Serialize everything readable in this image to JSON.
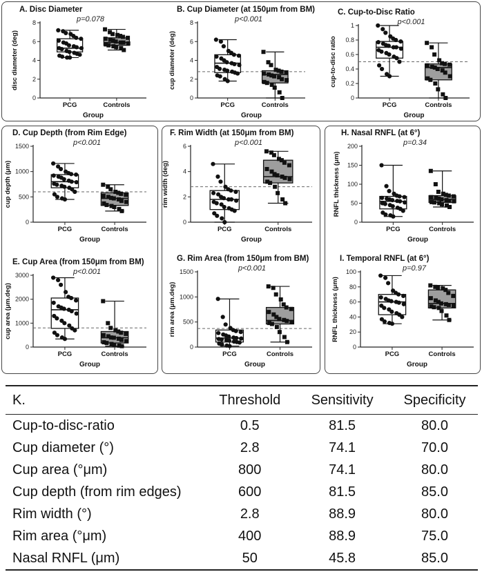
{
  "chart_data": [
    {
      "id": "A",
      "type": "box",
      "title": "A. Disc Diameter",
      "pvalue": "p=0.078",
      "ylabel": "disc diameter (deg)",
      "xlabel": "Group",
      "categories": [
        "PCG",
        "Controls"
      ],
      "ylim": [
        0,
        8
      ],
      "yticks": [
        0,
        2,
        4,
        6,
        8
      ],
      "threshold": null,
      "series": [
        {
          "name": "PCG",
          "marker": "circle",
          "min": 4.3,
          "q1": 4.9,
          "median": 5.3,
          "q3": 6.3,
          "max": 7.2,
          "points": [
            7.2,
            7.1,
            6.9,
            6.8,
            6.6,
            6.4,
            6.3,
            6.1,
            5.9,
            5.8,
            5.6,
            5.5,
            5.4,
            5.3,
            5.3,
            5.2,
            5.0,
            4.9,
            4.8,
            4.7,
            4.6,
            4.5,
            4.4,
            4.3,
            4.3
          ]
        },
        {
          "name": "Controls",
          "marker": "square",
          "min": 5.1,
          "q1": 5.6,
          "median": 5.9,
          "q3": 6.4,
          "max": 7.3,
          "points": [
            7.3,
            7.0,
            6.8,
            6.7,
            6.6,
            6.5,
            6.4,
            6.3,
            6.2,
            6.1,
            6.0,
            5.9,
            5.9,
            5.8,
            5.7,
            5.6,
            5.5,
            5.4,
            5.3,
            5.1
          ]
        }
      ]
    },
    {
      "id": "B",
      "type": "box",
      "title": "B. Cup Diameter (at 150μm from BM)",
      "pvalue": "p<0.001",
      "ylabel": "cup diameter (deg)",
      "xlabel": "Group",
      "categories": [
        "PCG",
        "Controls"
      ],
      "ylim": [
        0,
        8
      ],
      "yticks": [
        0,
        2,
        4,
        6,
        8
      ],
      "threshold": 2.8,
      "series": [
        {
          "name": "PCG",
          "marker": "circle",
          "min": 1.8,
          "q1": 2.7,
          "median": 3.7,
          "q3": 4.6,
          "max": 6.2,
          "points": [
            6.2,
            6.0,
            5.5,
            5.0,
            4.8,
            4.6,
            4.5,
            4.4,
            4.2,
            4.0,
            3.8,
            3.7,
            3.6,
            3.5,
            3.3,
            3.1,
            3.0,
            2.9,
            2.8,
            2.7,
            2.6,
            2.4,
            2.3,
            2.0,
            1.8
          ]
        },
        {
          "name": "Controls",
          "marker": "square",
          "min": 0.0,
          "q1": 1.6,
          "median": 2.5,
          "q3": 2.9,
          "max": 4.9,
          "points": [
            4.9,
            3.8,
            3.5,
            3.0,
            2.9,
            2.8,
            2.7,
            2.6,
            2.5,
            2.4,
            2.3,
            2.2,
            2.0,
            1.9,
            1.7,
            1.6,
            1.4,
            1.1,
            0.6,
            0.0
          ]
        }
      ]
    },
    {
      "id": "C",
      "type": "box",
      "title": "C. Cup-to-Disc Ratio",
      "pvalue": "p<0.001",
      "ylabel": "cup-to-disc ratio",
      "xlabel": "Group",
      "categories": [
        "PCG",
        "Controls"
      ],
      "ylim": [
        0,
        1.0
      ],
      "yticks": [
        0.0,
        0.2,
        0.4,
        0.6,
        0.8,
        1.0
      ],
      "threshold": 0.5,
      "series": [
        {
          "name": "PCG",
          "marker": "circle",
          "min": 0.3,
          "q1": 0.55,
          "median": 0.7,
          "q3": 0.78,
          "max": 1.0,
          "points": [
            1.0,
            0.95,
            0.9,
            0.85,
            0.82,
            0.8,
            0.78,
            0.77,
            0.75,
            0.73,
            0.72,
            0.7,
            0.7,
            0.68,
            0.66,
            0.64,
            0.62,
            0.6,
            0.57,
            0.55,
            0.5,
            0.45,
            0.4,
            0.33,
            0.3
          ]
        },
        {
          "name": "Controls",
          "marker": "square",
          "min": 0.0,
          "q1": 0.25,
          "median": 0.42,
          "q3": 0.47,
          "max": 0.76,
          "points": [
            0.76,
            0.7,
            0.6,
            0.52,
            0.48,
            0.47,
            0.46,
            0.45,
            0.43,
            0.42,
            0.4,
            0.38,
            0.35,
            0.3,
            0.27,
            0.25,
            0.2,
            0.12,
            0.05,
            0.0
          ]
        }
      ]
    },
    {
      "id": "D",
      "type": "box",
      "title": "D. Cup Depth (from Rim Edge)",
      "pvalue": "p<0.001",
      "ylabel": "cup depth (μm)",
      "xlabel": "Group",
      "categories": [
        "PCG",
        "Controls"
      ],
      "ylim": [
        0,
        1500
      ],
      "yticks": [
        0,
        500,
        1000,
        1500
      ],
      "threshold": 600,
      "series": [
        {
          "name": "PCG",
          "marker": "circle",
          "min": 450,
          "q1": 680,
          "median": 800,
          "q3": 940,
          "max": 1160,
          "points": [
            1160,
            1100,
            1050,
            1000,
            970,
            950,
            940,
            920,
            900,
            880,
            850,
            820,
            800,
            790,
            760,
            740,
            720,
            700,
            680,
            650,
            600,
            550,
            500,
            470,
            450
          ]
        },
        {
          "name": "Controls",
          "marker": "square",
          "min": 220,
          "q1": 330,
          "median": 470,
          "q3": 580,
          "max": 740,
          "points": [
            740,
            700,
            650,
            600,
            580,
            560,
            540,
            520,
            500,
            480,
            470,
            450,
            420,
            400,
            370,
            340,
            320,
            300,
            260,
            220
          ]
        }
      ]
    },
    {
      "id": "F",
      "type": "box",
      "title": "F. Rim Width (at 150μm from BM)",
      "pvalue": "p<0.001",
      "ylabel": "rim width (deg)",
      "xlabel": "Group",
      "categories": [
        "PCG",
        "Controls"
      ],
      "ylim": [
        0,
        6
      ],
      "yticks": [
        0,
        2,
        4,
        6
      ],
      "threshold": 2.8,
      "series": [
        {
          "name": "PCG",
          "marker": "circle",
          "min": 0.0,
          "q1": 1.0,
          "median": 1.8,
          "q3": 2.5,
          "max": 4.6,
          "points": [
            4.6,
            3.6,
            3.2,
            2.8,
            2.6,
            2.5,
            2.4,
            2.3,
            2.2,
            2.0,
            1.9,
            1.8,
            1.8,
            1.7,
            1.6,
            1.5,
            1.4,
            1.2,
            1.1,
            1.0,
            0.9,
            0.7,
            0.5,
            0.3,
            0.0
          ]
        },
        {
          "name": "Controls",
          "marker": "square",
          "min": 1.5,
          "q1": 3.1,
          "median": 3.6,
          "q3": 4.9,
          "max": 5.6,
          "points": [
            5.6,
            5.5,
            5.3,
            5.0,
            4.9,
            4.7,
            4.5,
            4.2,
            4.0,
            3.8,
            3.7,
            3.6,
            3.5,
            3.4,
            3.2,
            3.1,
            2.8,
            2.3,
            1.8,
            1.5
          ]
        }
      ]
    },
    {
      "id": "G",
      "type": "box",
      "title": "G. Rim Area (from 150μm from BM)",
      "pvalue": "p<0.001",
      "ylabel": "rim area (μm.deg)",
      "xlabel": "Group",
      "categories": [
        "PCG",
        "Controls"
      ],
      "ylim": [
        0,
        1500
      ],
      "yticks": [
        0,
        500,
        1000,
        1500
      ],
      "threshold": 370,
      "series": [
        {
          "name": "PCG",
          "marker": "circle",
          "min": 20,
          "q1": 100,
          "median": 180,
          "q3": 340,
          "max": 960,
          "points": [
            960,
            600,
            450,
            380,
            340,
            320,
            300,
            280,
            250,
            230,
            210,
            190,
            180,
            170,
            160,
            150,
            140,
            130,
            110,
            100,
            90,
            70,
            50,
            30,
            20
          ]
        },
        {
          "name": "Controls",
          "marker": "square",
          "min": 100,
          "q1": 460,
          "median": 530,
          "q3": 790,
          "max": 1210,
          "points": [
            1210,
            1180,
            1050,
            950,
            850,
            790,
            760,
            700,
            650,
            600,
            560,
            540,
            520,
            500,
            480,
            460,
            400,
            300,
            200,
            100
          ]
        }
      ]
    },
    {
      "id": "E",
      "type": "box",
      "title": "E. Cup Area (from 150μm from BM)",
      "pvalue": "p<0.001",
      "ylabel": "cup area (μm.deg)",
      "xlabel": "Group",
      "categories": [
        "PCG",
        "Controls"
      ],
      "ylim": [
        0,
        3000
      ],
      "yticks": [
        0,
        1000,
        2000,
        3000
      ],
      "threshold": 800,
      "series": [
        {
          "name": "PCG",
          "marker": "circle",
          "min": 340,
          "q1": 780,
          "median": 1560,
          "q3": 2050,
          "max": 2900,
          "points": [
            2900,
            2800,
            2600,
            2300,
            2100,
            2050,
            1950,
            1850,
            1700,
            1650,
            1600,
            1560,
            1500,
            1400,
            1300,
            1200,
            1100,
            1000,
            900,
            780,
            700,
            600,
            500,
            400,
            340
          ]
        },
        {
          "name": "Controls",
          "marker": "square",
          "min": 40,
          "q1": 170,
          "median": 390,
          "q3": 650,
          "max": 1920,
          "points": [
            1920,
            1000,
            800,
            700,
            650,
            600,
            550,
            500,
            450,
            400,
            390,
            350,
            300,
            250,
            200,
            170,
            130,
            100,
            60,
            40
          ]
        }
      ]
    },
    {
      "id": "H",
      "type": "box",
      "title": "H. Nasal RNFL (at 6°)",
      "pvalue": "p=0.34",
      "ylabel": "RNFL thickness (μm)",
      "xlabel": "Group",
      "categories": [
        "PCG",
        "Controls"
      ],
      "ylim": [
        0,
        200
      ],
      "yticks": [
        0,
        50,
        100,
        150,
        200
      ],
      "threshold": null,
      "series": [
        {
          "name": "PCG",
          "marker": "circle",
          "min": 15,
          "q1": 35,
          "median": 55,
          "q3": 68,
          "max": 150,
          "points": [
            150,
            95,
            82,
            75,
            70,
            68,
            66,
            64,
            62,
            60,
            58,
            56,
            55,
            52,
            50,
            48,
            45,
            42,
            38,
            35,
            30,
            25,
            20,
            18,
            15
          ]
        },
        {
          "name": "Controls",
          "marker": "square",
          "min": 40,
          "q1": 52,
          "median": 60,
          "q3": 70,
          "max": 135,
          "points": [
            135,
            100,
            80,
            75,
            72,
            70,
            68,
            66,
            64,
            62,
            60,
            58,
            56,
            55,
            53,
            52,
            50,
            47,
            44,
            40
          ]
        }
      ]
    },
    {
      "id": "I",
      "type": "box",
      "title": "I. Temporal RNFL (at 6°)",
      "pvalue": "p=0.97",
      "ylabel": "RNFL thickness (μm)",
      "xlabel": "Group",
      "categories": [
        "PCG",
        "Controls"
      ],
      "ylim": [
        0,
        100
      ],
      "yticks": [
        0,
        20,
        40,
        60,
        80,
        100
      ],
      "threshold": null,
      "series": [
        {
          "name": "PCG",
          "marker": "circle",
          "min": 31,
          "q1": 43,
          "median": 60,
          "q3": 70,
          "max": 95,
          "points": [
            95,
            92,
            85,
            75,
            72,
            70,
            68,
            66,
            64,
            62,
            61,
            60,
            59,
            57,
            55,
            52,
            50,
            47,
            45,
            43,
            40,
            37,
            34,
            32,
            31
          ]
        },
        {
          "name": "Controls",
          "marker": "square",
          "min": 36,
          "q1": 52,
          "median": 58,
          "q3": 76,
          "max": 82,
          "points": [
            82,
            80,
            79,
            78,
            76,
            72,
            68,
            65,
            62,
            60,
            58,
            57,
            56,
            55,
            54,
            53,
            52,
            48,
            42,
            36
          ]
        }
      ]
    }
  ],
  "table": {
    "headers": [
      "K.",
      "Threshold",
      "Sensitivity",
      "Specificity"
    ],
    "rows": [
      [
        "Cup-to-disc-ratio",
        "0.5",
        "81.5",
        "80.0"
      ],
      [
        "Cup diameter (°)",
        "2.8",
        "74.1",
        "70.0"
      ],
      [
        "Cup area (°μm)",
        "800",
        "74.1",
        "80.0"
      ],
      [
        "Cup depth (from rim edges)",
        "600",
        "81.5",
        "85.0"
      ],
      [
        "Rim width (°)",
        "2.8",
        "88.9",
        "80.0"
      ],
      [
        "Rim area (°μm)",
        "400",
        "88.9",
        "75.0"
      ],
      [
        "Nasal RNFL (μm)",
        "50",
        "45.8",
        "85.0"
      ]
    ]
  },
  "colors": {
    "pcg_box": "#ffffff",
    "controls_box": "#9e9e9e",
    "marker": "#111111",
    "threshold_line": "#666666"
  }
}
